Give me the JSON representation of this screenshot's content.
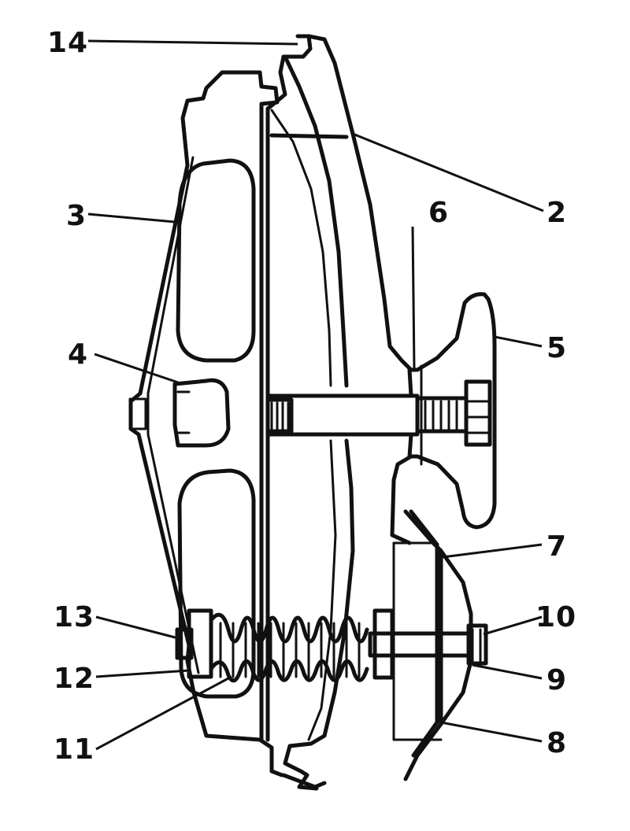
{
  "callouts": [
    {
      "id": "14",
      "text": "14"
    },
    {
      "id": "2",
      "text": "2"
    },
    {
      "id": "3",
      "text": "3"
    },
    {
      "id": "6",
      "text": "6"
    },
    {
      "id": "5",
      "text": "5"
    },
    {
      "id": "4",
      "text": "4"
    },
    {
      "id": "7",
      "text": "7"
    },
    {
      "id": "13",
      "text": "13"
    },
    {
      "id": "10",
      "text": "10"
    },
    {
      "id": "12",
      "text": "12"
    },
    {
      "id": "9",
      "text": "9"
    },
    {
      "id": "11",
      "text": "11"
    },
    {
      "id": "8",
      "text": "8"
    }
  ],
  "colors": {
    "ink": "#111111",
    "paper": "#ffffff"
  }
}
